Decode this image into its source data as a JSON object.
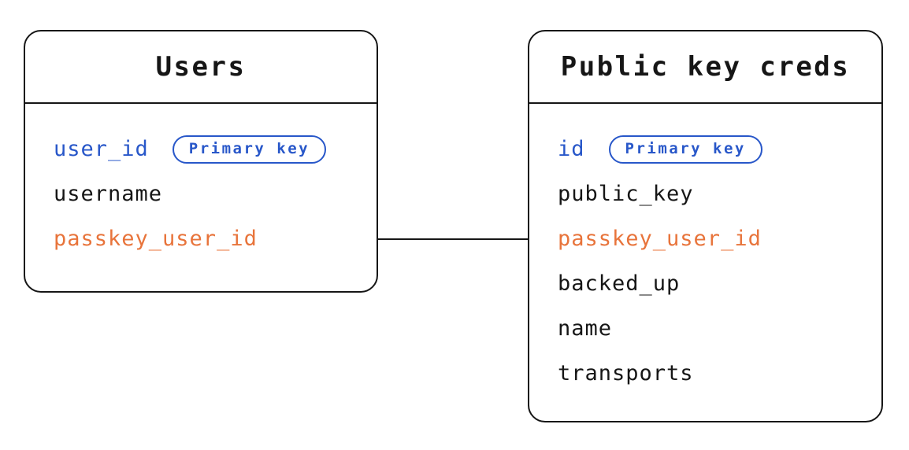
{
  "colors": {
    "ink": "#161616",
    "blue": "#2857C9",
    "orange": "#E8743B",
    "background": "#FFFFFF"
  },
  "diagram": {
    "tables": [
      {
        "title": "Users",
        "fields": [
          {
            "label": "user_id",
            "badge": "Primary key"
          },
          {
            "label": "username"
          },
          {
            "label": "passkey_user_id"
          }
        ]
      },
      {
        "title": "Public key creds",
        "fields": [
          {
            "label": "id",
            "badge": "Primary key"
          },
          {
            "label": "public_key"
          },
          {
            "label": "passkey_user_id"
          },
          {
            "label": "backed_up"
          },
          {
            "label": "name"
          },
          {
            "label": "transports"
          }
        ]
      }
    ],
    "relationship": {
      "from_table": "Users",
      "from_field": "passkey_user_id",
      "to_table": "Public key creds",
      "to_field": "passkey_user_id"
    }
  }
}
